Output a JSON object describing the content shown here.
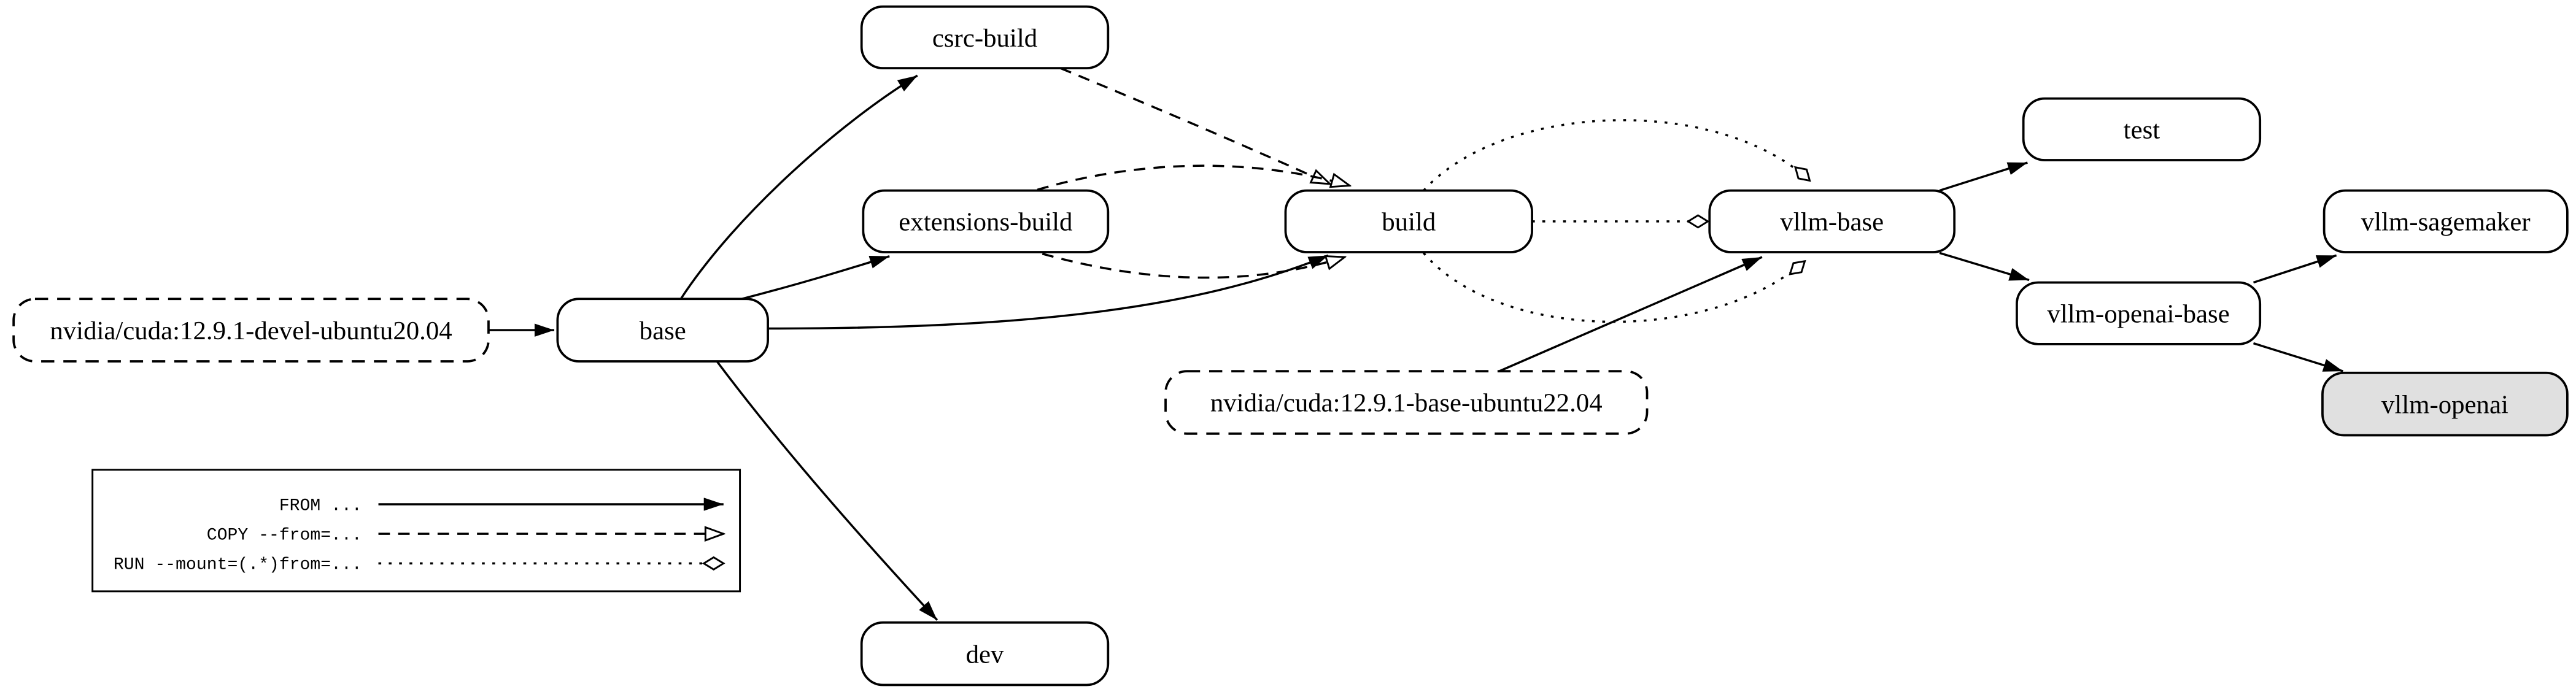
{
  "colors": {
    "background": "#ffffff",
    "stroke": "#000000",
    "node_fill": "#ffffff",
    "highlight_fill": "#e0e0e0",
    "text": "#000000"
  },
  "nodes": [
    {
      "id": "cuda-devel",
      "label": "nvidia/cuda:12.9.1-devel-ubuntu20.04",
      "border": "dashed",
      "fill": "white"
    },
    {
      "id": "base",
      "label": "base",
      "border": "solid",
      "fill": "white"
    },
    {
      "id": "csrc-build",
      "label": "csrc-build",
      "border": "solid",
      "fill": "white"
    },
    {
      "id": "extensions-build",
      "label": "extensions-build",
      "border": "solid",
      "fill": "white"
    },
    {
      "id": "build",
      "label": "build",
      "border": "solid",
      "fill": "white"
    },
    {
      "id": "cuda-base",
      "label": "nvidia/cuda:12.9.1-base-ubuntu22.04",
      "border": "dashed",
      "fill": "white"
    },
    {
      "id": "vllm-base",
      "label": "vllm-base",
      "border": "solid",
      "fill": "white"
    },
    {
      "id": "test",
      "label": "test",
      "border": "solid",
      "fill": "white"
    },
    {
      "id": "vllm-sagemaker",
      "label": "vllm-sagemaker",
      "border": "solid",
      "fill": "white"
    },
    {
      "id": "vllm-openai-base",
      "label": "vllm-openai-base",
      "border": "solid",
      "fill": "white"
    },
    {
      "id": "vllm-openai",
      "label": "vllm-openai",
      "border": "solid",
      "fill": "grey"
    },
    {
      "id": "dev",
      "label": "dev",
      "border": "solid",
      "fill": "white"
    }
  ],
  "edges": [
    {
      "from": "nvidia/cuda:12.9.1-devel-ubuntu20.04",
      "to": "base",
      "type": "FROM"
    },
    {
      "from": "base",
      "to": "csrc-build",
      "type": "FROM"
    },
    {
      "from": "base",
      "to": "extensions-build",
      "type": "FROM"
    },
    {
      "from": "base",
      "to": "build",
      "type": "FROM"
    },
    {
      "from": "base",
      "to": "dev",
      "type": "FROM"
    },
    {
      "from": "csrc-build",
      "to": "build",
      "type": "COPY --from"
    },
    {
      "from": "extensions-build",
      "to": "build",
      "type": "COPY --from"
    },
    {
      "from": "extensions-build",
      "to": "build",
      "type": "COPY --from"
    },
    {
      "from": "build",
      "to": "vllm-base",
      "type": "RUN --mount from"
    },
    {
      "from": "build",
      "to": "vllm-base",
      "type": "RUN --mount from"
    },
    {
      "from": "build",
      "to": "vllm-base",
      "type": "RUN --mount from"
    },
    {
      "from": "nvidia/cuda:12.9.1-base-ubuntu22.04",
      "to": "vllm-base",
      "type": "FROM"
    },
    {
      "from": "vllm-base",
      "to": "test",
      "type": "FROM"
    },
    {
      "from": "vllm-base",
      "to": "vllm-openai-base",
      "type": "FROM"
    },
    {
      "from": "vllm-openai-base",
      "to": "vllm-sagemaker",
      "type": "FROM"
    },
    {
      "from": "vllm-openai-base",
      "to": "vllm-openai",
      "type": "FROM"
    }
  ],
  "legend": {
    "items": [
      {
        "label": "FROM ...",
        "line": "solid",
        "head": "filled-arrow"
      },
      {
        "label": "COPY --from=...",
        "line": "dashed",
        "head": "open-arrow"
      },
      {
        "label": "RUN --mount=(.*)from=...",
        "line": "dotted",
        "head": "open-diamond"
      }
    ]
  }
}
